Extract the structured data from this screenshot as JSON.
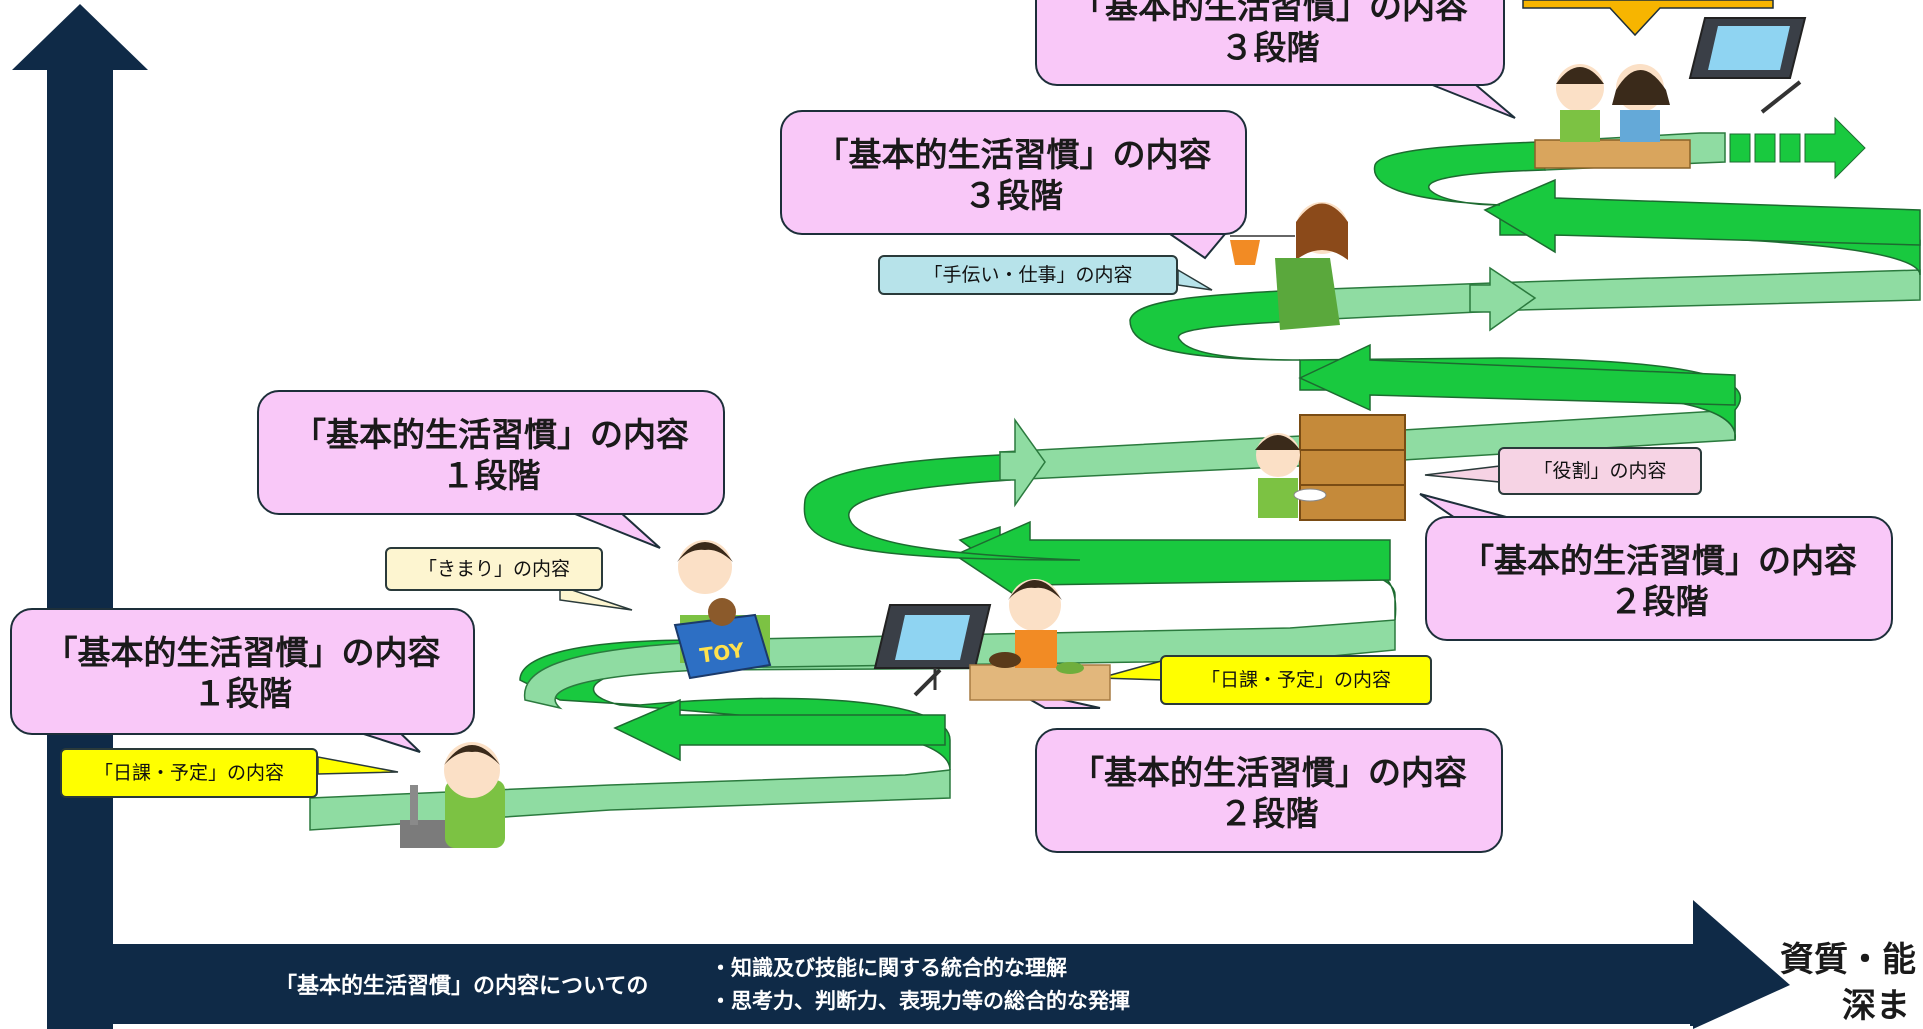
{
  "colors": {
    "navy": "#0f2a47",
    "ribbon_light": "#8fdca2",
    "ribbon_dark": "#19c93f",
    "bubble_pink": "#f9c8f8",
    "tag_yellow": "#ffff00",
    "tag_cream": "#fdf5d0",
    "tag_blue": "#b7e3ea",
    "tag_pink": "#f6d3e4",
    "top_orange": "#f7b500"
  },
  "bubbles": {
    "b1": {
      "line1": "「基本的生活習慣」の内容",
      "line2": "１段階"
    },
    "b2": {
      "line1": "「基本的生活習慣」の内容",
      "line2": "１段階"
    },
    "b3": {
      "line1": "「基本的生活習慣」の内容",
      "line2": "２段階"
    },
    "b4": {
      "line1": "「基本的生活習慣」の内容",
      "line2": "２段階"
    },
    "b5": {
      "line1": "「基本的生活習慣」の内容",
      "line2": "３段階"
    },
    "b6": {
      "line1": "「基本的生活習慣」の内容",
      "line2": "３段階"
    }
  },
  "tags": {
    "t1": "「日課・予定」の内容",
    "t2": "「きまり」の内容",
    "t3": "「日課・予定」の内容",
    "t4": "「役割」の内容",
    "t5": "「手伝い・仕事」の内容"
  },
  "axis": {
    "bottom_label": "「基本的生活習慣」の内容についての",
    "bullet1": "・知識及び技能に関する統合的な理解",
    "bullet2": "・思考力、判断力、表現力等の総合的な発揮",
    "corner_line1": "資質・能",
    "corner_line2": "深ま"
  },
  "illustrations": {
    "toy_box_text": "TOY"
  }
}
